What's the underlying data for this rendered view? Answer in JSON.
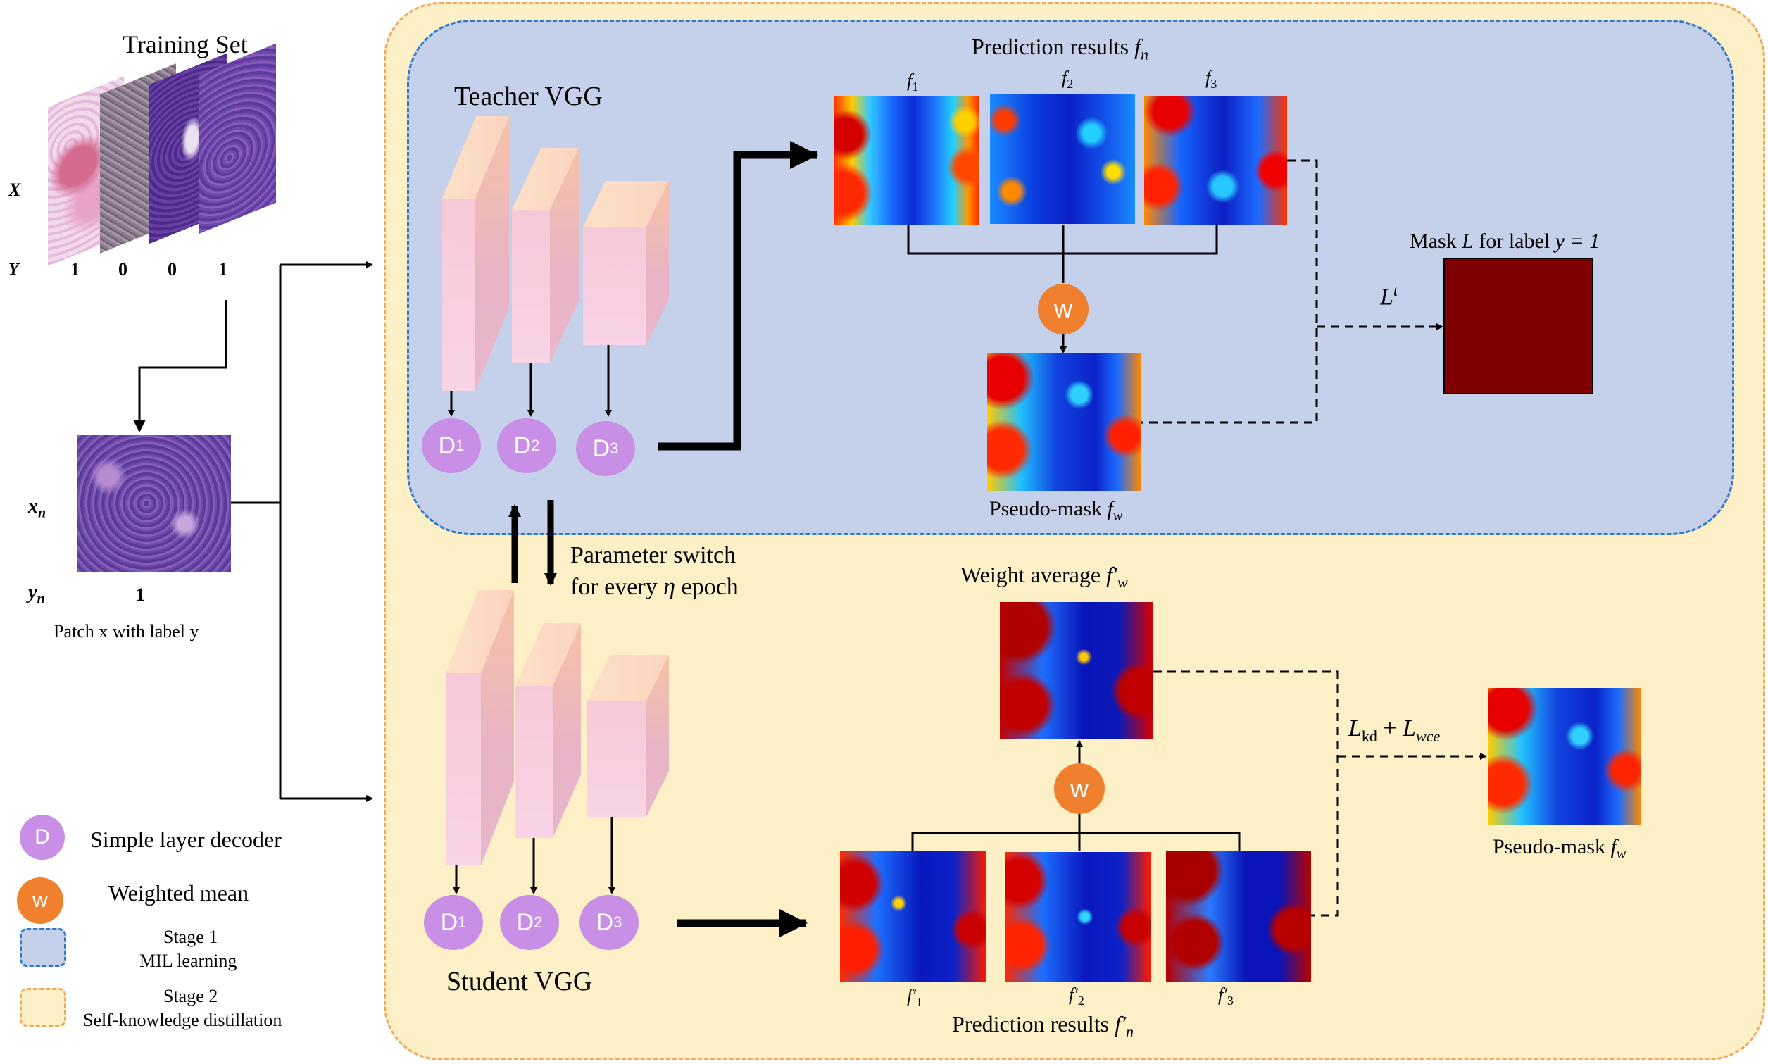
{
  "training_set": {
    "title": "Training Set",
    "x_label": "X",
    "y_label": "Y",
    "labels": [
      "1",
      "0",
      "0",
      "1"
    ]
  },
  "patch": {
    "x_label": "x",
    "x_sub": "n",
    "y_label": "y",
    "y_sub": "n",
    "label_value": "1",
    "caption": "Patch x with label y"
  },
  "teacher": {
    "title": "Teacher VGG",
    "decoders": [
      {
        "letter": "D",
        "sub": "1"
      },
      {
        "letter": "D",
        "sub": "2"
      },
      {
        "letter": "D",
        "sub": "3"
      }
    ],
    "prediction_title": "Prediction results",
    "prediction_symbol": "f",
    "prediction_sub": "n",
    "maps": [
      {
        "f": "f",
        "sub": "1"
      },
      {
        "f": "f",
        "sub": "2"
      },
      {
        "f": "f",
        "sub": "3"
      }
    ],
    "weighted_node": "w",
    "pseudo_mask_label": "Pseudo-mask",
    "pseudo_mask_symbol": "f",
    "pseudo_mask_sub": "w",
    "mask_title_pre": "Mask",
    "mask_title_L": "L",
    "mask_title_mid": "for label",
    "mask_title_eq": "y = 1",
    "mask_color": "#7e0000",
    "loss_L": "L",
    "loss_sup": "t"
  },
  "switch": {
    "line1": "Parameter switch",
    "line2_pre": "for every",
    "eta": "η",
    "line2_post": "epoch"
  },
  "student": {
    "title": "Student VGG",
    "decoders": [
      {
        "letter": "D",
        "sub": "1"
      },
      {
        "letter": "D",
        "sub": "2"
      },
      {
        "letter": "D",
        "sub": "3"
      }
    ],
    "weight_avg_label": "Weight average",
    "weight_avg_symbol": "f′",
    "weight_avg_sub": "w",
    "weighted_node": "w",
    "maps": [
      {
        "f": "f′",
        "sub": "1"
      },
      {
        "f": "f′",
        "sub": "2"
      },
      {
        "f": "f′",
        "sub": "3"
      }
    ],
    "prediction_title": "Prediction results",
    "prediction_symbol": "f′",
    "prediction_sub": "n",
    "loss_kd": "L",
    "loss_kd_sub": "kd",
    "loss_plus": "+",
    "loss_wce": "L",
    "loss_wce_sub": "wce",
    "pseudo_mask_label": "Pseudo-mask",
    "pseudo_mask_symbol": "f",
    "pseudo_mask_sub": "w"
  },
  "legend": {
    "decoder_letter": "D",
    "decoder_label": "Simple layer decoder",
    "weighted_letter": "w",
    "weighted_label": "Weighted mean",
    "stage1_line1": "Stage 1",
    "stage1_line2": "MIL learning",
    "stage2_line1": "Stage 2",
    "stage2_line2": "Self-knowledge distillation"
  },
  "colors": {
    "stage1_fill": "#c5d0ea",
    "stage1_border": "#2f78c4",
    "stage2_fill": "#fdefc6",
    "stage2_border": "#f0a95a",
    "decoder": "#c98ee6",
    "weighted": "#f0802e"
  }
}
